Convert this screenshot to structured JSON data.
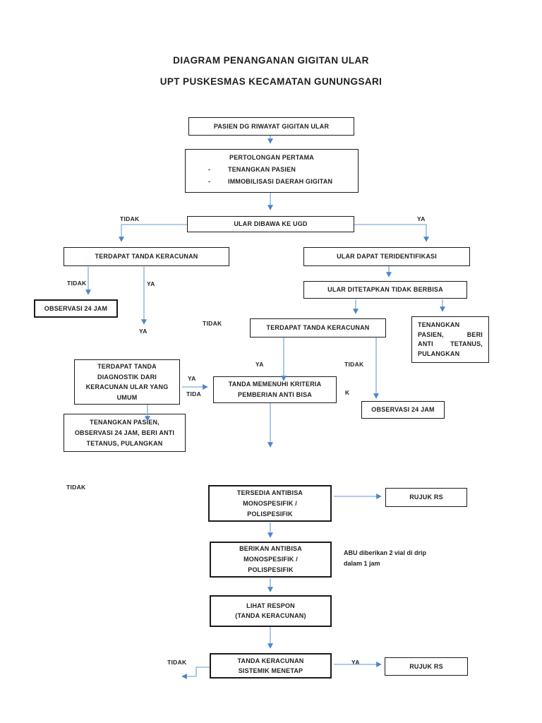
{
  "title": {
    "line1": "DIAGRAM PENANGANAN GIGITAN ULAR",
    "line2": "UPT PUSKESMAS KECAMATAN GUNUNGSARI"
  },
  "colors": {
    "arrow_line": "#7FACDC",
    "arrow_head": "#4A86C8",
    "box_border": "#1b1b1b",
    "text": "#1f1f1f"
  },
  "nodes": {
    "pasien": {
      "text": "PASIEN DG RIWAYAT GIGITAN ULAR"
    },
    "pertolongan": {
      "title": "PERTOLONGAN PERTAMA",
      "bullet": "-",
      "item1": "TENANGKAN PASIEN",
      "item2": "IMMOBILISASI DAERAH GIGITAN"
    },
    "ugd": {
      "text": "ULAR DIBAWA KE UGD"
    },
    "keracunan_left": {
      "text": "TERDAPAT TANDA KERACUNAN"
    },
    "teridentifikasi": {
      "text": "ULAR DAPAT TERIDENTIFIKASI"
    },
    "observasi_left": {
      "text": "OBSERVASI 24 JAM"
    },
    "tidak_berbisa": {
      "text": "ULAR DITETAPKAN TIDAK BERBISA"
    },
    "keracunan_mid": {
      "text": "TERDAPAT TANDA KERACUNAN"
    },
    "tenangkan_right": {
      "l1": "TENANGKAN",
      "l2a": "PASIEN,",
      "l2b": "BERI",
      "l3a": "ANTI",
      "l3b": "TETANUS,",
      "l4": "PULANGKAN"
    },
    "diagnostik": {
      "l1": "TERDAPAT TANDA",
      "l2": "DIAGNOSTIK DARI",
      "l3": "KERACUNAN ULAR YANG",
      "l4": "UMUM"
    },
    "kriteria": {
      "l1": "TANDA MEMENUHI KRITERIA",
      "l2": "PEMBERIAN ANTI BISA"
    },
    "observasi_right": {
      "text": "OBSERVASI 24 JAM"
    },
    "tenangkan_left": {
      "l1": "TENANGKAN PASIEN,",
      "l2": "OBSERVASI 24 JAM, BERI ANTI",
      "l3": "TETANUS, PULANGKAN"
    },
    "tersedia": {
      "l1": "TERSEDIA ANTIBISA",
      "l2": "MONOSPESIFIK /",
      "l3": "POLISPESIFIK"
    },
    "rujuk_top": {
      "text": "RUJUK RS"
    },
    "berikan": {
      "l1": "BERIKAN ANTIBISA",
      "l2": "MONOSPESIFIK /",
      "l3": "POLISPESIFIK"
    },
    "lihat": {
      "l1": "LIHAT RESPON",
      "l2": "(TANDA KERACUNAN)"
    },
    "sistemik": {
      "l1": "TANDA KERACUNAN",
      "l2": "SISTEMIK MENETAP"
    },
    "rujuk_bottom": {
      "text": "RUJUK RS"
    }
  },
  "labels": {
    "tidak_ugd": "TIDAK",
    "ya_ugd": "YA",
    "tidak_obs": "TIDAK",
    "ya_long": "YA",
    "ya_long2": "YA",
    "tidak_mid": "TIDAK",
    "ya_branch": "YA",
    "tidak_branch": "TIDAK",
    "ya_diag": "YA",
    "tida_diag": "TIDA",
    "k_stray": "K",
    "tidak_far": "TIDAK",
    "tidak_bottom": "TIDAK",
    "ya_bottom": "YA"
  },
  "note": {
    "line1": "ABU diberikan 2 vial di drip",
    "line2": "dalam 1 jam"
  }
}
